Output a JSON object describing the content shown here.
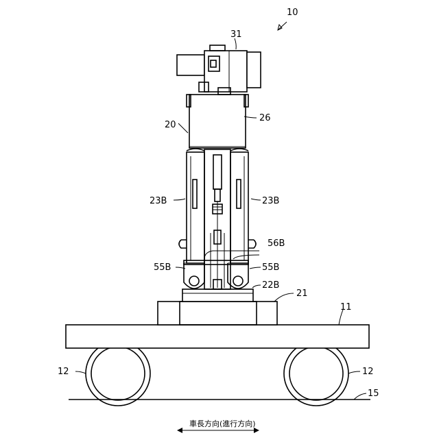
{
  "figure": {
    "ref_assembly": "10",
    "labels": {
      "motor": "31",
      "gearbox": "26",
      "unit": "20",
      "cylinder_left": "23B",
      "cylinder_right": "23B",
      "rod_joint": "56B",
      "clevis_left": "55B",
      "clevis_right": "55B",
      "plate": "22B",
      "base": "21",
      "carriage": "11",
      "wheel_left": "12",
      "wheel_right": "12",
      "rail": "15"
    },
    "direction_caption": "車長方向(進行方向)"
  }
}
